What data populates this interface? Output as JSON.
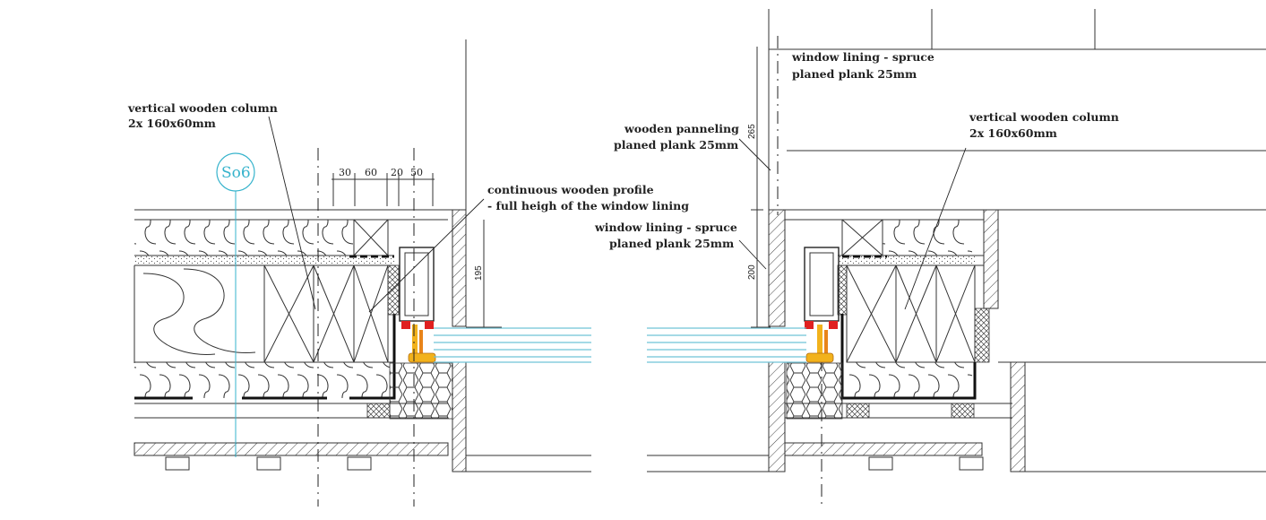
{
  "labels": {
    "left_column": [
      "vertical wooden column",
      "2x  160x60mm"
    ],
    "left_profile": [
      "continuous wooden profile",
      "- full heigh of the window lining"
    ],
    "center_lining": [
      "window lining - spruce",
      "planed plank 25mm"
    ],
    "right_paneling": [
      "wooden panneling",
      "planed plank 25mm"
    ],
    "right_top_lining": [
      "window lining - spruce",
      "planed plank 25mm"
    ],
    "right_column": [
      "vertical wooden column",
      "2x  160x60mm"
    ]
  },
  "section_tag": "So6",
  "dimensions": {
    "top_chain": [
      "30",
      "60",
      "20",
      "50"
    ],
    "left_vertical": "195",
    "right_vertical_upper": "265",
    "right_vertical_lower": "200"
  },
  "colors": {
    "line": "#222222",
    "section_tag": "#36b3cc",
    "glass": "#6fc3d6",
    "gasket_red": "#e02020",
    "frame_yellow": "#f2b21c",
    "frame_orange": "#e8841a"
  }
}
